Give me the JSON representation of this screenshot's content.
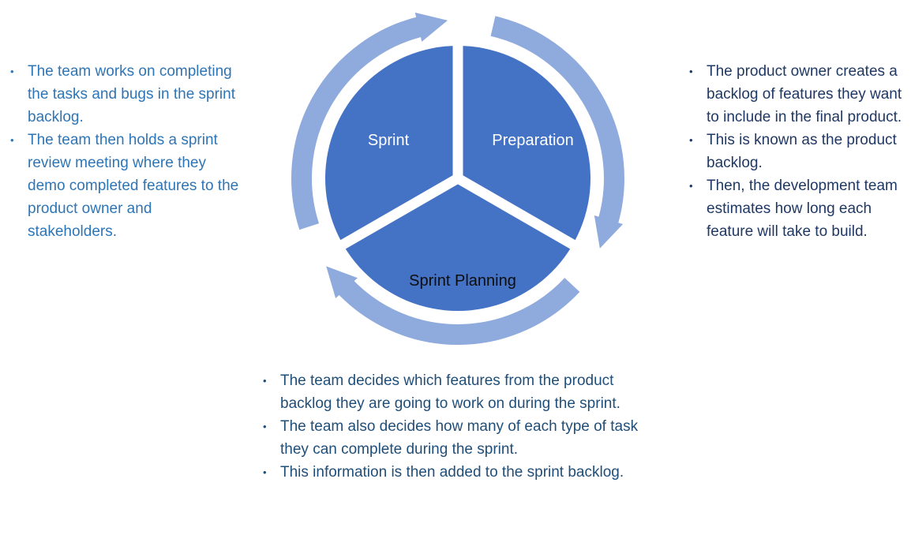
{
  "colors": {
    "pie_fill": "#4472C4",
    "ring_fill": "#8FAADC",
    "label_light": "#FFFFFF",
    "label_dark": "#0D0D0D",
    "left_text": "#2E75B6",
    "right_text": "#1F3864",
    "bottom_text": "#1F4E79"
  },
  "glyphs": {
    "bullet": "•"
  },
  "diagram": {
    "segments": {
      "sprint": "Sprint",
      "preparation": "Preparation",
      "sprint_planning": "Sprint Planning"
    }
  },
  "notes": {
    "left": {
      "items": [
        "The team works on completing the tasks and bugs in the sprint backlog.",
        "The team then holds a sprint review meeting where they demo completed features to the product owner and stakeholders."
      ]
    },
    "right": {
      "items": [
        "The product owner creates a backlog of features they want to include in the final product.",
        "This is known as the product backlog.",
        "Then, the development team estimates how long each feature will take to build."
      ]
    },
    "bottom": {
      "items": [
        "The team decides which features from the product backlog they are going to work on during the sprint.",
        "The team also decides how many of each type of task they can complete during the sprint.",
        "This information is then added to the sprint backlog."
      ]
    }
  }
}
